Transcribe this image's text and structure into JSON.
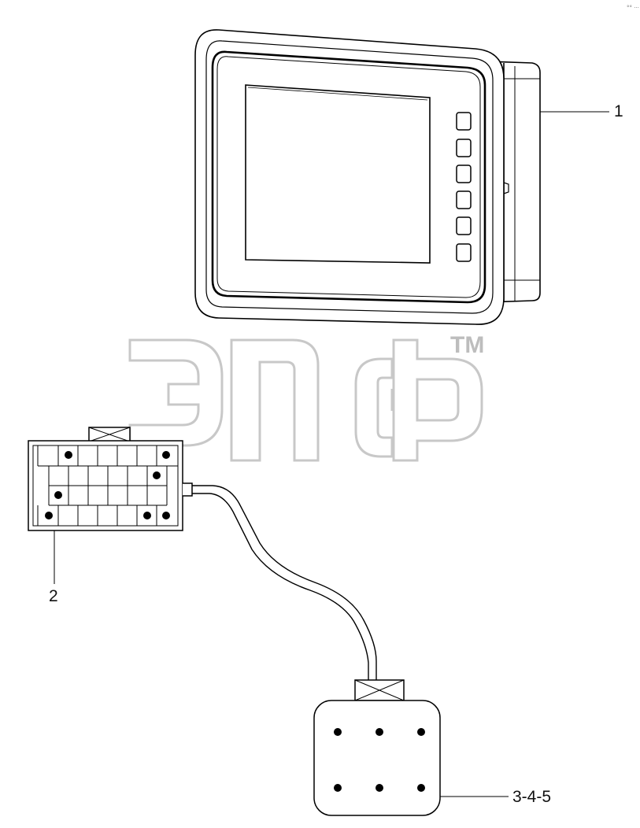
{
  "corner_mark": "°° ···",
  "watermark": {
    "trademark": "TM"
  },
  "callouts": {
    "display_unit": "1",
    "connector_16pin": "2",
    "connector_6pin": "3-4-5"
  }
}
